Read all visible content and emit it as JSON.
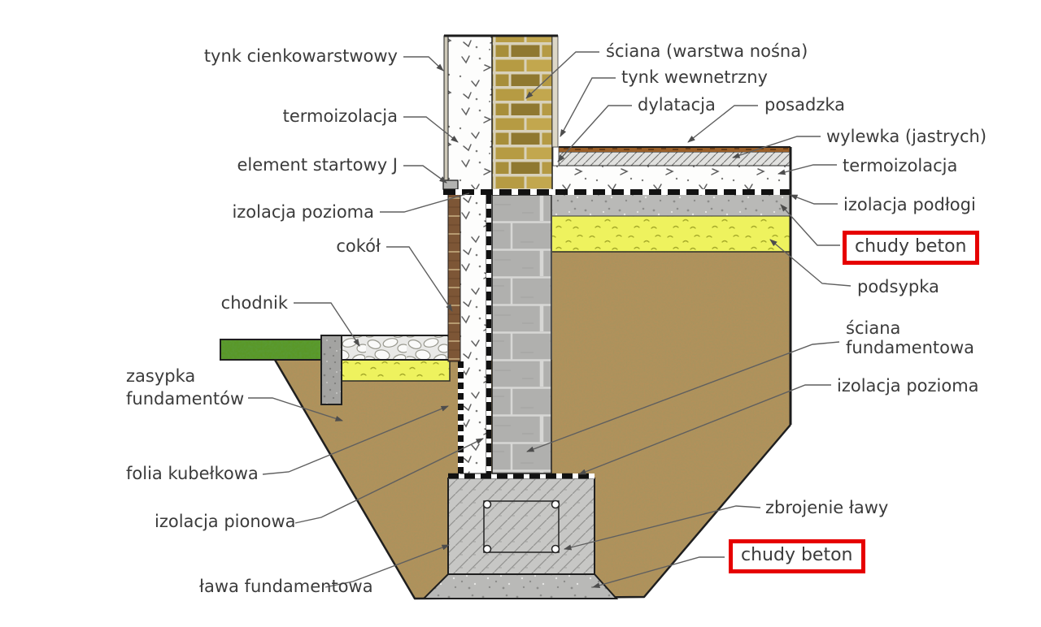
{
  "diagram": {
    "subject": "building foundation wall cross-section",
    "labels": {
      "tynk_cienkowarstwowy": "tynk cienkowarstwowy",
      "termoizolacja_left": "termoizolacja",
      "element_startowy_j": "element startowy J",
      "izolacja_pozioma_left": "izolacja pozioma",
      "cokol": "cokół",
      "chodnik": "chodnik",
      "zasypka_line1": "zasypka",
      "zasypka_line2": "fundamentów",
      "folia_kubelkowa": "folia kubełkowa",
      "izolacja_pionowa": "izolacja pionowa",
      "lawa_fundamentowa": "ława fundamentowa",
      "sciana_nosna": "ściana (warstwa nośna)",
      "tynk_wewnetrzny": "tynk wewnetrzny",
      "dylatacja": "dylatacja",
      "posadzka": "posadzka",
      "wylewka": "wylewka (jastrych)",
      "termoizolacja_right": "termoizolacja",
      "izolacja_podlogi": "izolacja podłogi",
      "chudy_beton_floor": "chudy beton",
      "podsypka": "podsypka",
      "sciana_fund_line1": "ściana",
      "sciana_fund_line2": "fundamentowa",
      "izolacja_pozioma_right": "izolacja pozioma",
      "zbrojenie_lawy": "zbrojenie ławy",
      "chudy_beton_footing": "chudy beton"
    },
    "colors": {
      "highlight_red": "#e60000",
      "label_text": "#3b3b3b",
      "leader_line": "#5f5f5f",
      "soil_brown": "#b5905a",
      "grass_green": "#5a9723",
      "sand_yellow": "#eef25e",
      "brick_tan": "#b69b43",
      "block_concrete": "#b0b0ae",
      "footing_concrete": "#c7c7c5",
      "lean_concrete": "#b9b9b7",
      "plinth_brown": "#7d5636"
    }
  }
}
